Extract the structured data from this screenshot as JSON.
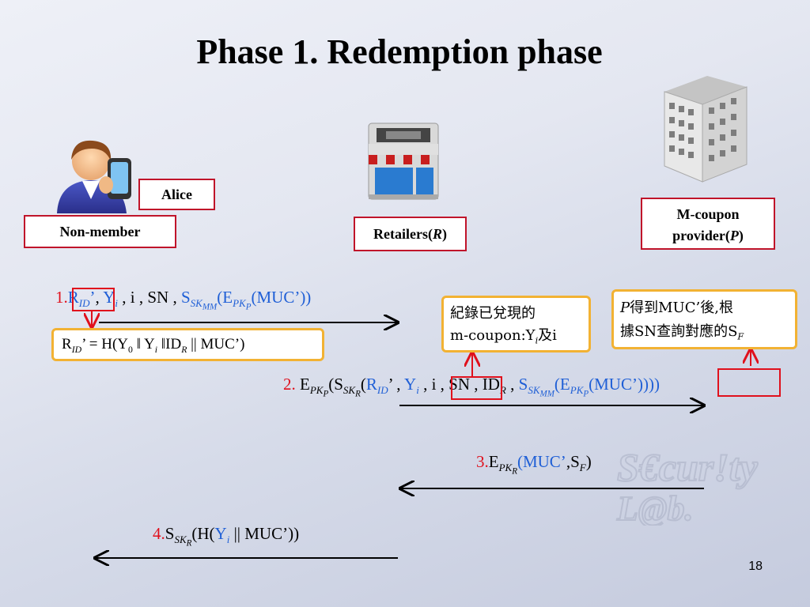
{
  "title": "Phase 1. Redemption phase",
  "actors": {
    "alice_label": "Alice",
    "nonmember_label": "Non-member",
    "retailer_label_prefix": "Retailers(",
    "retailer_label_var": "R",
    "retailer_label_suffix": ")",
    "provider_line1": "M-coupon",
    "provider_line2_prefix": "provider(",
    "provider_line2_var": "P",
    "provider_line2_suffix": ")"
  },
  "notes": {
    "rid_def": {
      "text": "’ = H(Y",
      "y0": "0",
      "sep1": " ǁ Y",
      "i": "i",
      "sep2": " ǁID",
      "r": "R",
      "tail": " || MUC’)"
    },
    "retailer_note": {
      "line1": "紀錄已兌現的",
      "line2a": "m-coupon:Y",
      "line2i": "i",
      "line2b": "及i"
    },
    "provider_note": {
      "p": "P",
      "line1": "得到MUC’後,根",
      "line2a": "據SN查詢對應的S",
      "line2f": "F"
    }
  },
  "messages": {
    "m1": {
      "num": "1.",
      "R": "R",
      "ID": "ID",
      "Rtail": "’",
      "Y": "Y",
      "i": "i",
      "mid": " , i , SN , ",
      "S": "S",
      "SK": "SK",
      "MM": "MM",
      "E": "(E",
      "PK": "PK",
      "P": "P",
      "muc": "(MUC’))"
    },
    "m2": {
      "num": "2.",
      "E": " E",
      "PK": "PK",
      "P": "P",
      "S": "(S",
      "SK": "SK",
      "R": "R",
      "open": "(",
      "Rid": "R",
      "ID": "ID",
      "tail1": "’ ,",
      "Y": "Y",
      "i": "i",
      "mid": " , i , SN , ID",
      "Rsub": "R",
      "comma": " , ",
      "S2": "S",
      "SK2": "SK",
      "MM": "MM",
      "E2": "(E",
      "PK2": "PK",
      "P2": "P",
      "muc": "(MUC’)",
      "close": ")))"
    },
    "m3": {
      "num": "3.",
      "E": "E",
      "PK": "PK",
      "R": "R",
      "muc": "(MUC’",
      "sf": ",S",
      "F": "F",
      "close": ")"
    },
    "m4": {
      "num": "4.",
      "S": "S",
      "SK": "SK",
      "R": "R",
      "h": "(H(",
      "Y": "Y",
      "i": "i",
      "tail": " || MUC’))"
    }
  },
  "page_number": "18"
}
